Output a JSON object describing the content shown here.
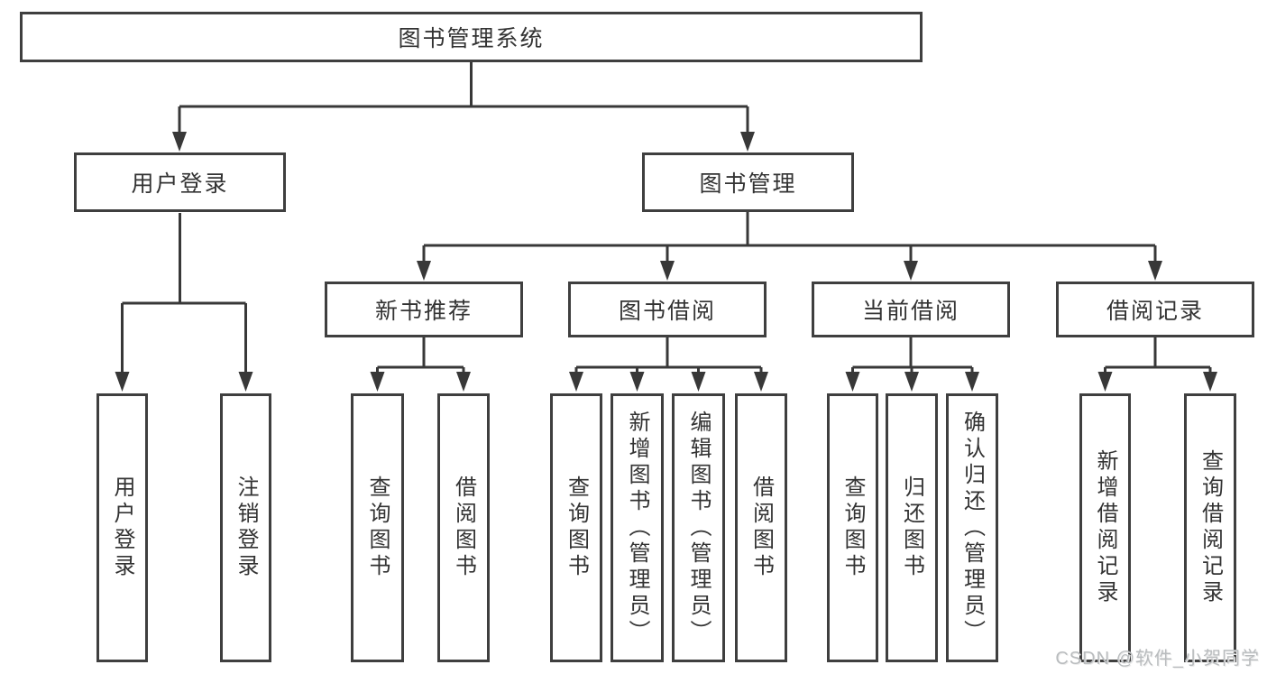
{
  "diagram": {
    "root": "图书管理系统",
    "level2": {
      "user_login": "用户登录",
      "book_management": "图书管理"
    },
    "level3": {
      "new_book_recommend": "新书推荐",
      "book_borrow": "图书借阅",
      "current_borrow": "当前借阅",
      "borrow_records": "借阅记录"
    },
    "leaves": {
      "user_login_children": [
        "用户登录",
        "注销登录"
      ],
      "new_book_children": [
        "查询图书",
        "借阅图书"
      ],
      "book_borrow_children": [
        "查询图书",
        "新增图书（管理员）",
        "编辑图书（管理员）",
        "借阅图书"
      ],
      "current_borrow_children": [
        "查询图书",
        "归还图书",
        "确认归还（管理员）"
      ],
      "borrow_records_children": [
        "新增借阅记录",
        "查询借阅记录"
      ]
    },
    "colors": {
      "line": "#383838",
      "box_border": "#3f3f3f",
      "text": "#333333",
      "watermark": "#b9bcbe"
    }
  },
  "watermark": "CSDN @软件_小贺同学"
}
